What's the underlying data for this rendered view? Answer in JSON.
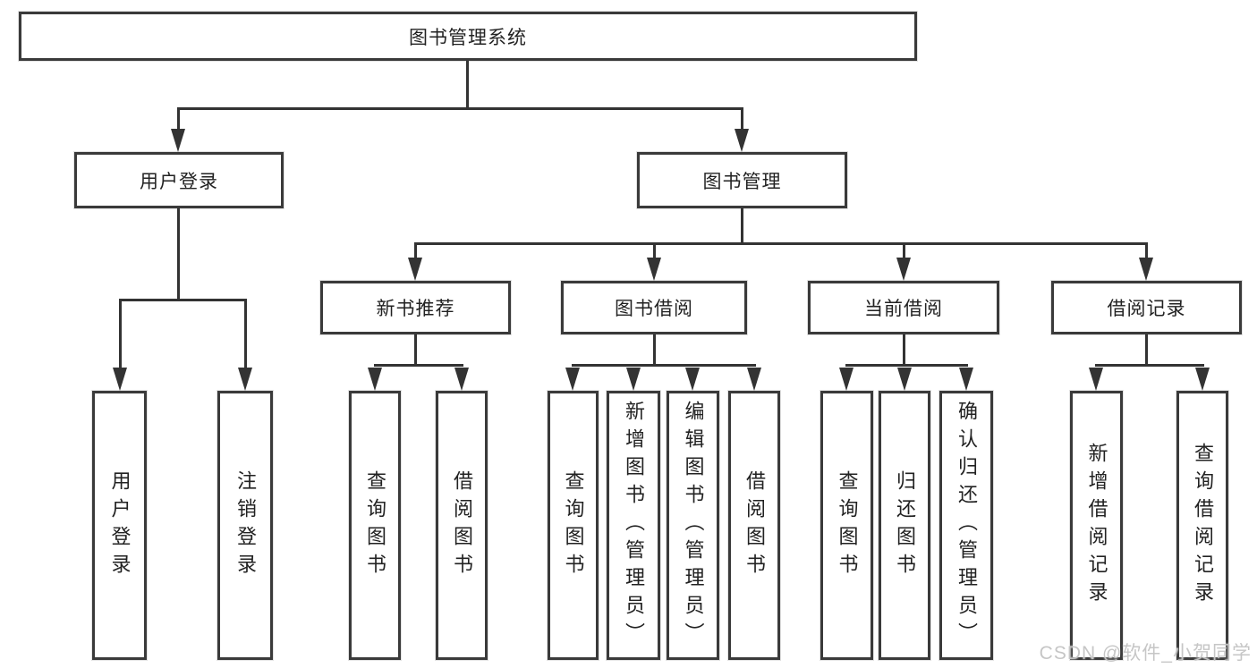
{
  "tree": {
    "root": "图书管理系统",
    "level2": {
      "user_login": "用户登录",
      "book_mgmt": "图书管理"
    },
    "level3": {
      "new_books": "新书推荐",
      "borrow": "图书借阅",
      "current": "当前借阅",
      "records": "借阅记录"
    },
    "leaves": {
      "user_login_1": "用户登录",
      "user_login_2": "注销登录",
      "new_books_1": "查询图书",
      "new_books_2": "借阅图书",
      "borrow_1": "查询图书",
      "borrow_2": "新增图书（管理员）",
      "borrow_3": "编辑图书（管理员）",
      "borrow_4": "借阅图书",
      "current_1": "查询图书",
      "current_2": "归还图书",
      "current_3": "确认归还（管理员）",
      "records_1": "新增借阅记录",
      "records_2": "查询借阅记录"
    }
  },
  "watermark": "CSDN @软件_小贺同学",
  "colors": {
    "border": "#3a3a3a",
    "line": "#333333",
    "text": "#222222",
    "watermark": "#c3c3c3",
    "background": "#ffffff"
  }
}
